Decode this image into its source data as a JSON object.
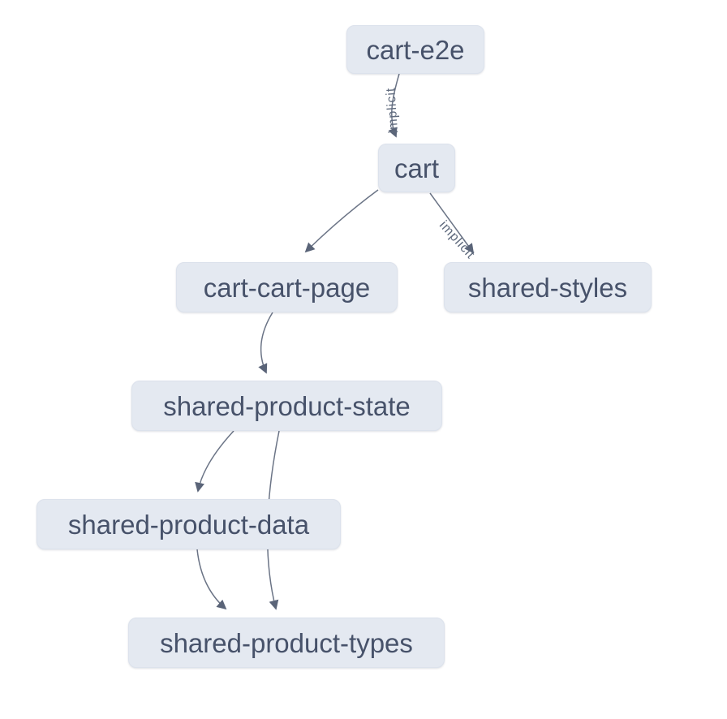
{
  "diagram": {
    "type": "dependency-graph",
    "nodes": [
      {
        "id": "cart-e2e",
        "label": "cart-e2e"
      },
      {
        "id": "cart",
        "label": "cart"
      },
      {
        "id": "cart-cart-page",
        "label": "cart-cart-page"
      },
      {
        "id": "shared-styles",
        "label": "shared-styles"
      },
      {
        "id": "shared-product-state",
        "label": "shared-product-state"
      },
      {
        "id": "shared-product-data",
        "label": "shared-product-data"
      },
      {
        "id": "shared-product-types",
        "label": "shared-product-types"
      }
    ],
    "edges": [
      {
        "from": "cart-e2e",
        "to": "cart",
        "label": "implicit"
      },
      {
        "from": "cart",
        "to": "cart-cart-page",
        "label": ""
      },
      {
        "from": "cart",
        "to": "shared-styles",
        "label": "implicit"
      },
      {
        "from": "cart-cart-page",
        "to": "shared-product-state",
        "label": ""
      },
      {
        "from": "shared-product-state",
        "to": "shared-product-data",
        "label": ""
      },
      {
        "from": "shared-product-state",
        "to": "shared-product-types",
        "label": ""
      },
      {
        "from": "shared-product-data",
        "to": "shared-product-types",
        "label": ""
      }
    ],
    "colors": {
      "background": "#ffffff",
      "node_fill": "#e4e9f1",
      "node_border": "#dce2ec",
      "node_text": "#47526a",
      "edge": "#6b7486",
      "arrowhead": "#5a6478",
      "edge_label": "#5f6a7d"
    }
  }
}
